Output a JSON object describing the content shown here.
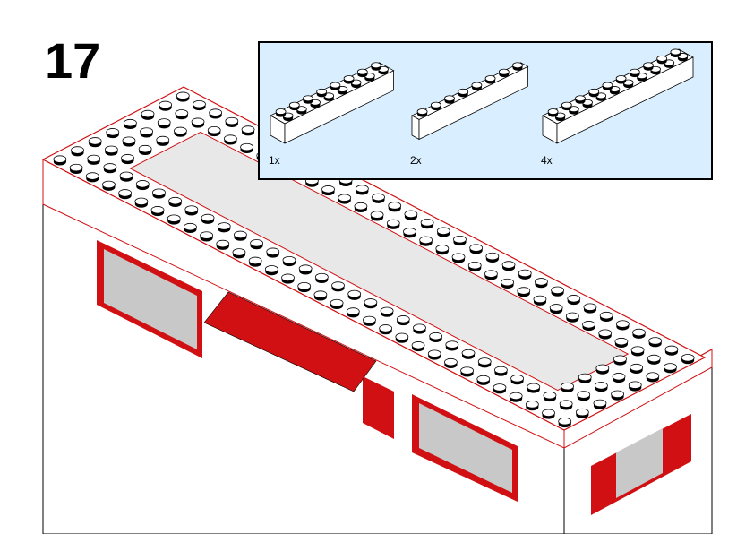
{
  "step": {
    "number": "17"
  },
  "parts_list": {
    "items": [
      {
        "part": "brick-2x8-white",
        "quantity": "1x",
        "studs_long": 8,
        "studs_wide": 2
      },
      {
        "part": "brick-1x8-white",
        "quantity": "2x",
        "studs_long": 8,
        "studs_wide": 1
      },
      {
        "part": "brick-2x10-white",
        "quantity": "4x",
        "studs_long": 10,
        "studs_wide": 2
      }
    ]
  },
  "colors": {
    "background": "#ffffff",
    "callout": "#d9efff",
    "brick": "#ffffff",
    "accent": "#d01012",
    "glass": "#c8c8c8",
    "outline": "#000000"
  }
}
